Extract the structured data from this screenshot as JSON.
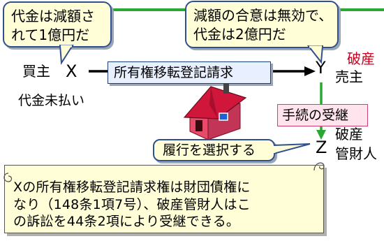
{
  "bubbles": {
    "buyer_claim": [
      "代金は減額さ",
      "れて1億円だ"
    ],
    "seller_claim": [
      "減額の合意は無効で、",
      "代金は2億円だ"
    ]
  },
  "parties": {
    "buyer_role": "買主",
    "buyer_letter": "X",
    "seller_letter": "Y",
    "seller_role": "売主",
    "seller_status": "破産",
    "trustee_letter": "Z",
    "trustee_role_line1": "破産",
    "trustee_role_line2": "管財人"
  },
  "labels": {
    "unpaid": "代金未払い",
    "claim": "所有権移転登記請求",
    "succession": "手続の受継",
    "choose_performance": "履行を選択する"
  },
  "note": [
    "Xの所有権移転登記請求権は財団債権に",
    "なり（148条1項7号）、破産管財人はこ",
    "の訴訟を44条2項により受継できる。"
  ],
  "colors": {
    "green_line": "#2aa834",
    "claim_box_fill": "#e8f0ff",
    "succession_box_fill": "#ffe4ee",
    "succession_border": "#d04070",
    "bankrupt_text": "#c8001e",
    "house_roof": "#d0163b",
    "house_wall": "#e84a6a"
  }
}
